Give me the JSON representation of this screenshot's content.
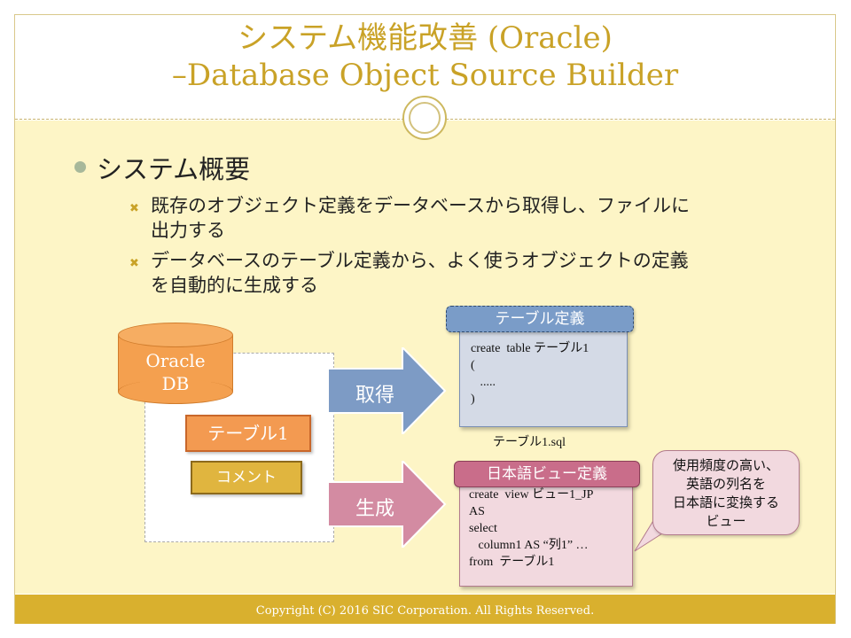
{
  "title": {
    "line1": "システム機能改善 (Oracle)",
    "line2": "–Database Object Source Builder"
  },
  "main_bullet": "システム概要",
  "sub_bullets": [
    {
      "line1": "既存のオブジェクト定義をデータベースから取得し、ファイルに",
      "line2": "出力する"
    },
    {
      "line1": " データベースのテーブル定義から、よく使うオブジェクトの定義",
      "line2": "を自動的に生成する"
    }
  ],
  "diagram": {
    "db_label_1": "Oracle",
    "db_label_2": "DB",
    "table_label": "テーブル1",
    "comment_label": "コメント",
    "arrow_get": "取得",
    "arrow_gen": "生成",
    "table_def_tag": "テーブル定義",
    "table_def_lines": [
      "create  table テーブル1",
      "(",
      "   .....",
      ")"
    ],
    "table_def_caption": "テーブル1.sql",
    "view_def_tag": "日本語ビュー定義",
    "view_def_lines": [
      "create  view ビュー1_JP",
      "AS",
      "select",
      "   column1 AS “列1” …",
      "from  テーブル1"
    ],
    "bubble_lines": [
      "使用頻度の高い、",
      "英語の列名を",
      "日本語に変換する",
      "ビュー"
    ]
  },
  "footer": "Copyright (C) 2016 SIC Corporation. All Rights Reserved.",
  "colors": {
    "accent": "#c9a227",
    "content_bg": "#fdf5c6",
    "footer_bg": "#d9b02e",
    "db_orange": "#f4a04f",
    "arrow_blue": "#7d9bc5",
    "arrow_pink": "#d38ba2"
  }
}
